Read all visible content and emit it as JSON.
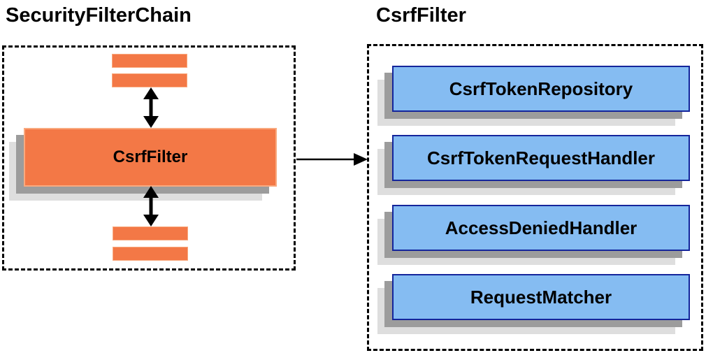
{
  "diagram": {
    "left_panel": {
      "title": "SecurityFilterChain",
      "main_filter_label": "CsrfFilter",
      "filter_bar_count": 4
    },
    "right_panel": {
      "title": "CsrfFilter",
      "components": [
        {
          "label": "CsrfTokenRepository"
        },
        {
          "label": "CsrfTokenRequestHandler"
        },
        {
          "label": "AccessDeniedHandler"
        },
        {
          "label": "RequestMatcher"
        }
      ]
    },
    "icons": {
      "bidirectional_arrow": "↕",
      "flow_arrow": "→"
    },
    "colors": {
      "filter_orange_fill": "#F37846",
      "filter_orange_border": "#F9A97E",
      "component_blue_fill": "#85BCF2",
      "component_blue_border": "#14259B",
      "shadow_dark": "#9C9C9C",
      "shadow_light": "#DEDEDE",
      "arrow_black": "#000000"
    }
  }
}
